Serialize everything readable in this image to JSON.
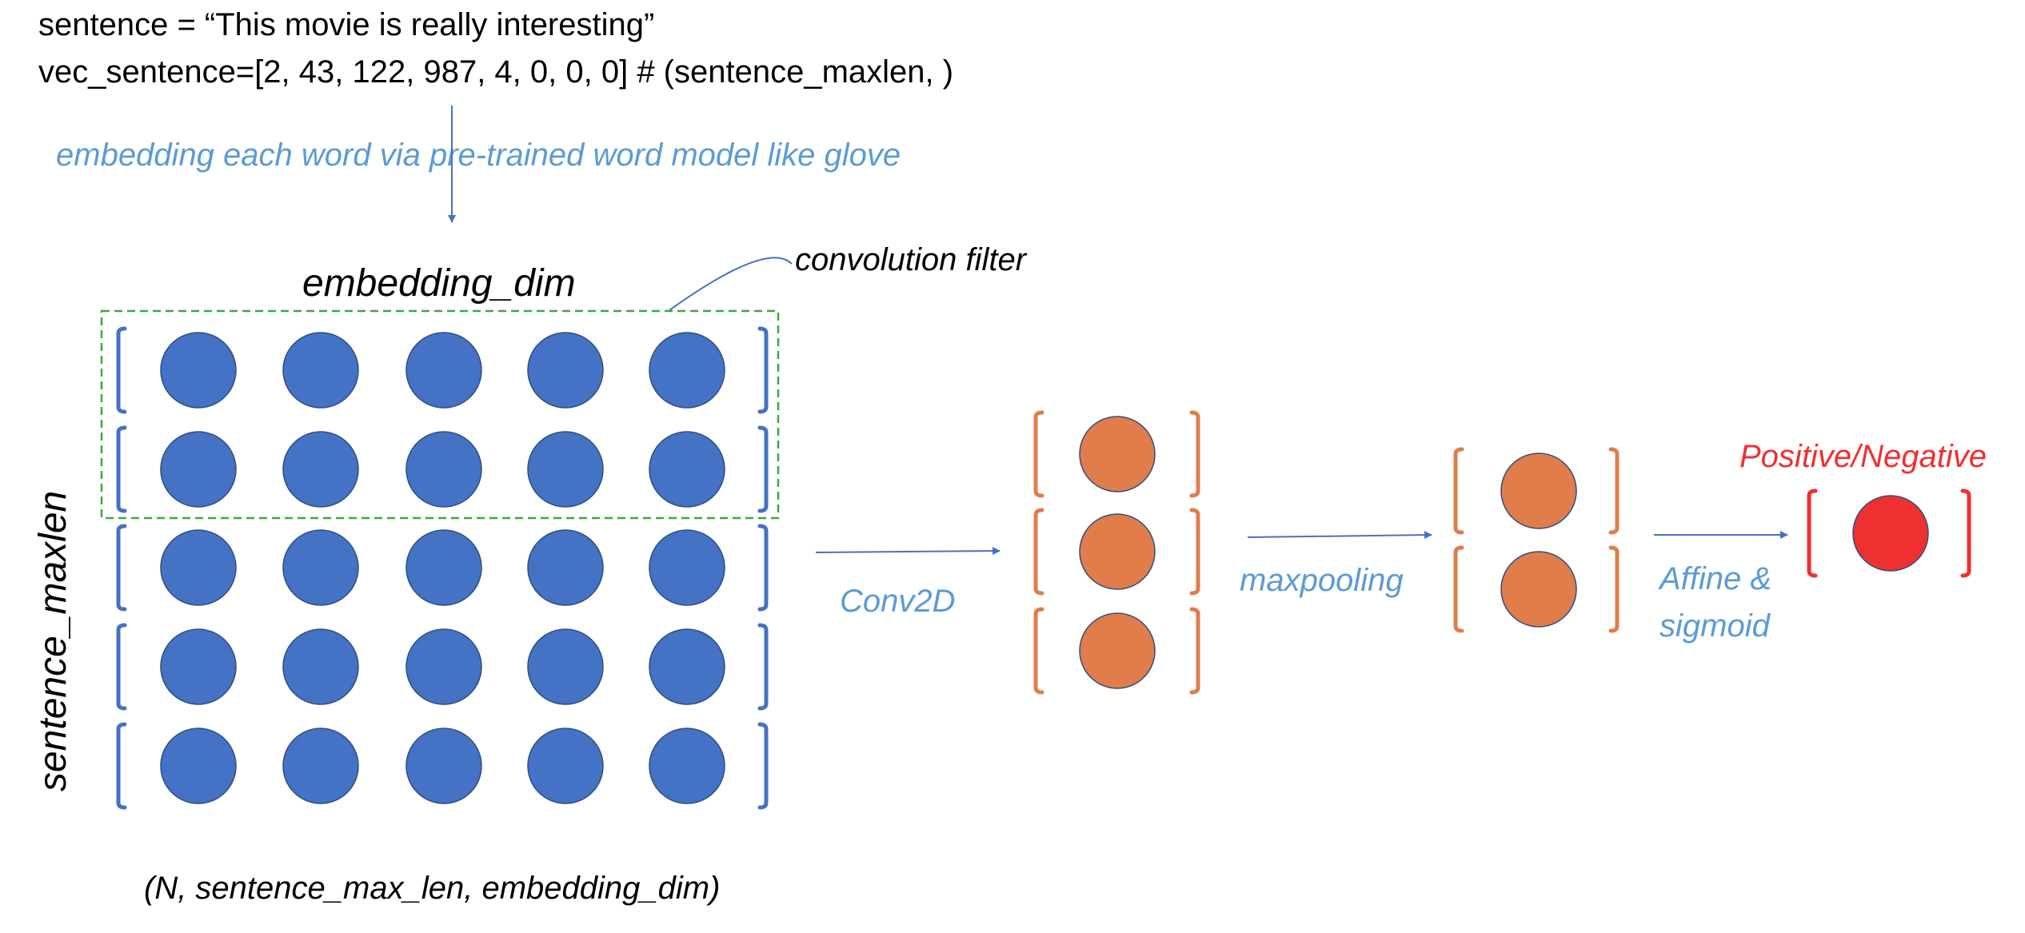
{
  "code": {
    "line1": "sentence = “This movie is really interesting”",
    "line2": "vec_sentence=[2, 43, 122, 987, 4, 0, 0, 0]  # (sentence_maxlen, )"
  },
  "annotations": {
    "embedding_note": "embedding each word via pre-trained word model like glove",
    "embedding_dim": "embedding_dim",
    "sentence_maxlen": "sentence_maxlen",
    "convolution_filter": "convolution filter",
    "shape_note": "(N, sentence_max_len, embedding_dim)",
    "conv2d": "Conv2D",
    "maxpooling": "maxpooling",
    "affine_line1": "Affine &",
    "affine_line2": "sigmoid",
    "output_label": "Positive/Negative"
  },
  "colors": {
    "embedding_node": "#4472c4",
    "embedding_bracket": "#4472c4",
    "conv_node": "#e07d4a",
    "conv_bracket": "#e07d4a",
    "output_node": "#ee3030",
    "output_bracket": "#ee3030",
    "arrow": "#4472c4",
    "filter_box": "#3aaa3a"
  }
}
